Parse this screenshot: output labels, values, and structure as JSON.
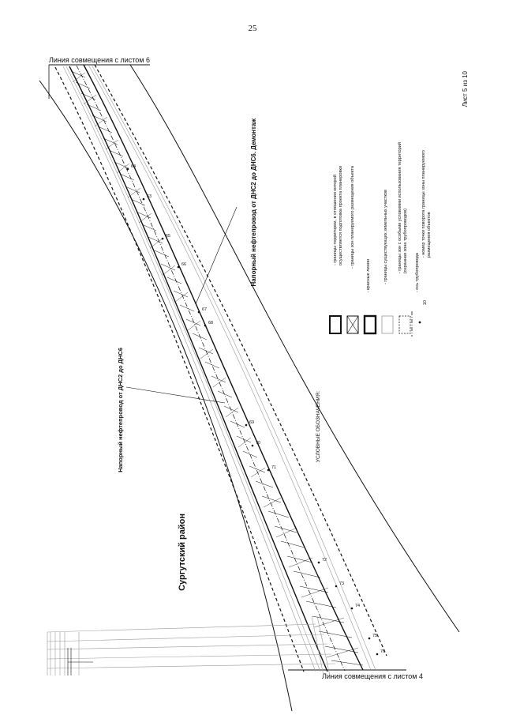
{
  "page_number": "25",
  "sheet_label": "Лист 5 из 10",
  "match_lines": {
    "top": "Линия совмещения с листом 6",
    "bottom": "Линия совмещения с листом 4"
  },
  "map_labels": {
    "pipeline_dismantle": "Напорный нефтепровод от ДНС2 до ДНС6. Демонтаж",
    "pipeline": "Напорный нефтепровод от ДНС2 до ДНС6",
    "district": "Сургутский район"
  },
  "legend": {
    "title": "УСЛОВНЫЕ ОБОЗНАЧЕНИЯ:",
    "items": [
      {
        "text": "- границы территории, в отношении которой\nосуществляется подготовка проекта планировки"
      },
      {
        "text": "- границы зон планируемого размещения объекта"
      },
      {
        "text": "- красные линии"
      },
      {
        "text": "- границы существующих земельных участков"
      },
      {
        "text": "- границы зон с особыми условиями использования территорий\n(охранная зона трубопроводов)"
      },
      {
        "text": "- ось трубопровода"
      },
      {
        "text": "- номер точки поворота границы зоны планируемого\nразмещения объектов"
      }
    ],
    "point_sample": "10"
  },
  "point_labels": [
    "64",
    "63",
    "65",
    "66",
    "67",
    "68",
    "69",
    "70",
    "71",
    "72",
    "73",
    "74",
    "75",
    "76"
  ],
  "colors": {
    "ink": "#111111",
    "light_line": "#9a9a9a",
    "background": "#ffffff"
  }
}
